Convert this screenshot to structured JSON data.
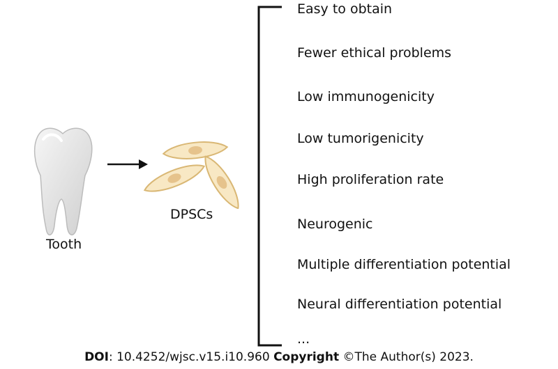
{
  "diagram": {
    "tooth_label": "Tooth",
    "cells_label": "DPSCs",
    "advantages": [
      "Easy to obtain",
      "Fewer ethical problems",
      "Low immunogenicity",
      "Low tumorigenicity",
      "High proliferation rate",
      "Neurogenic",
      "Multiple differentiation potential",
      "Neural differentiation potential",
      "..."
    ]
  },
  "footer": {
    "doi_label": "DOI",
    "doi_value": ": 10.4252/wjsc.v15.i10.960",
    "copyright_label": "Copyright",
    "copyright_value": "©The Author(s) 2023."
  },
  "colors": {
    "cell_fill": "#f8e8c4",
    "cell_stroke": "#d9b774",
    "nucleus": "#e6c38c",
    "tooth": "#e3e3e3"
  }
}
